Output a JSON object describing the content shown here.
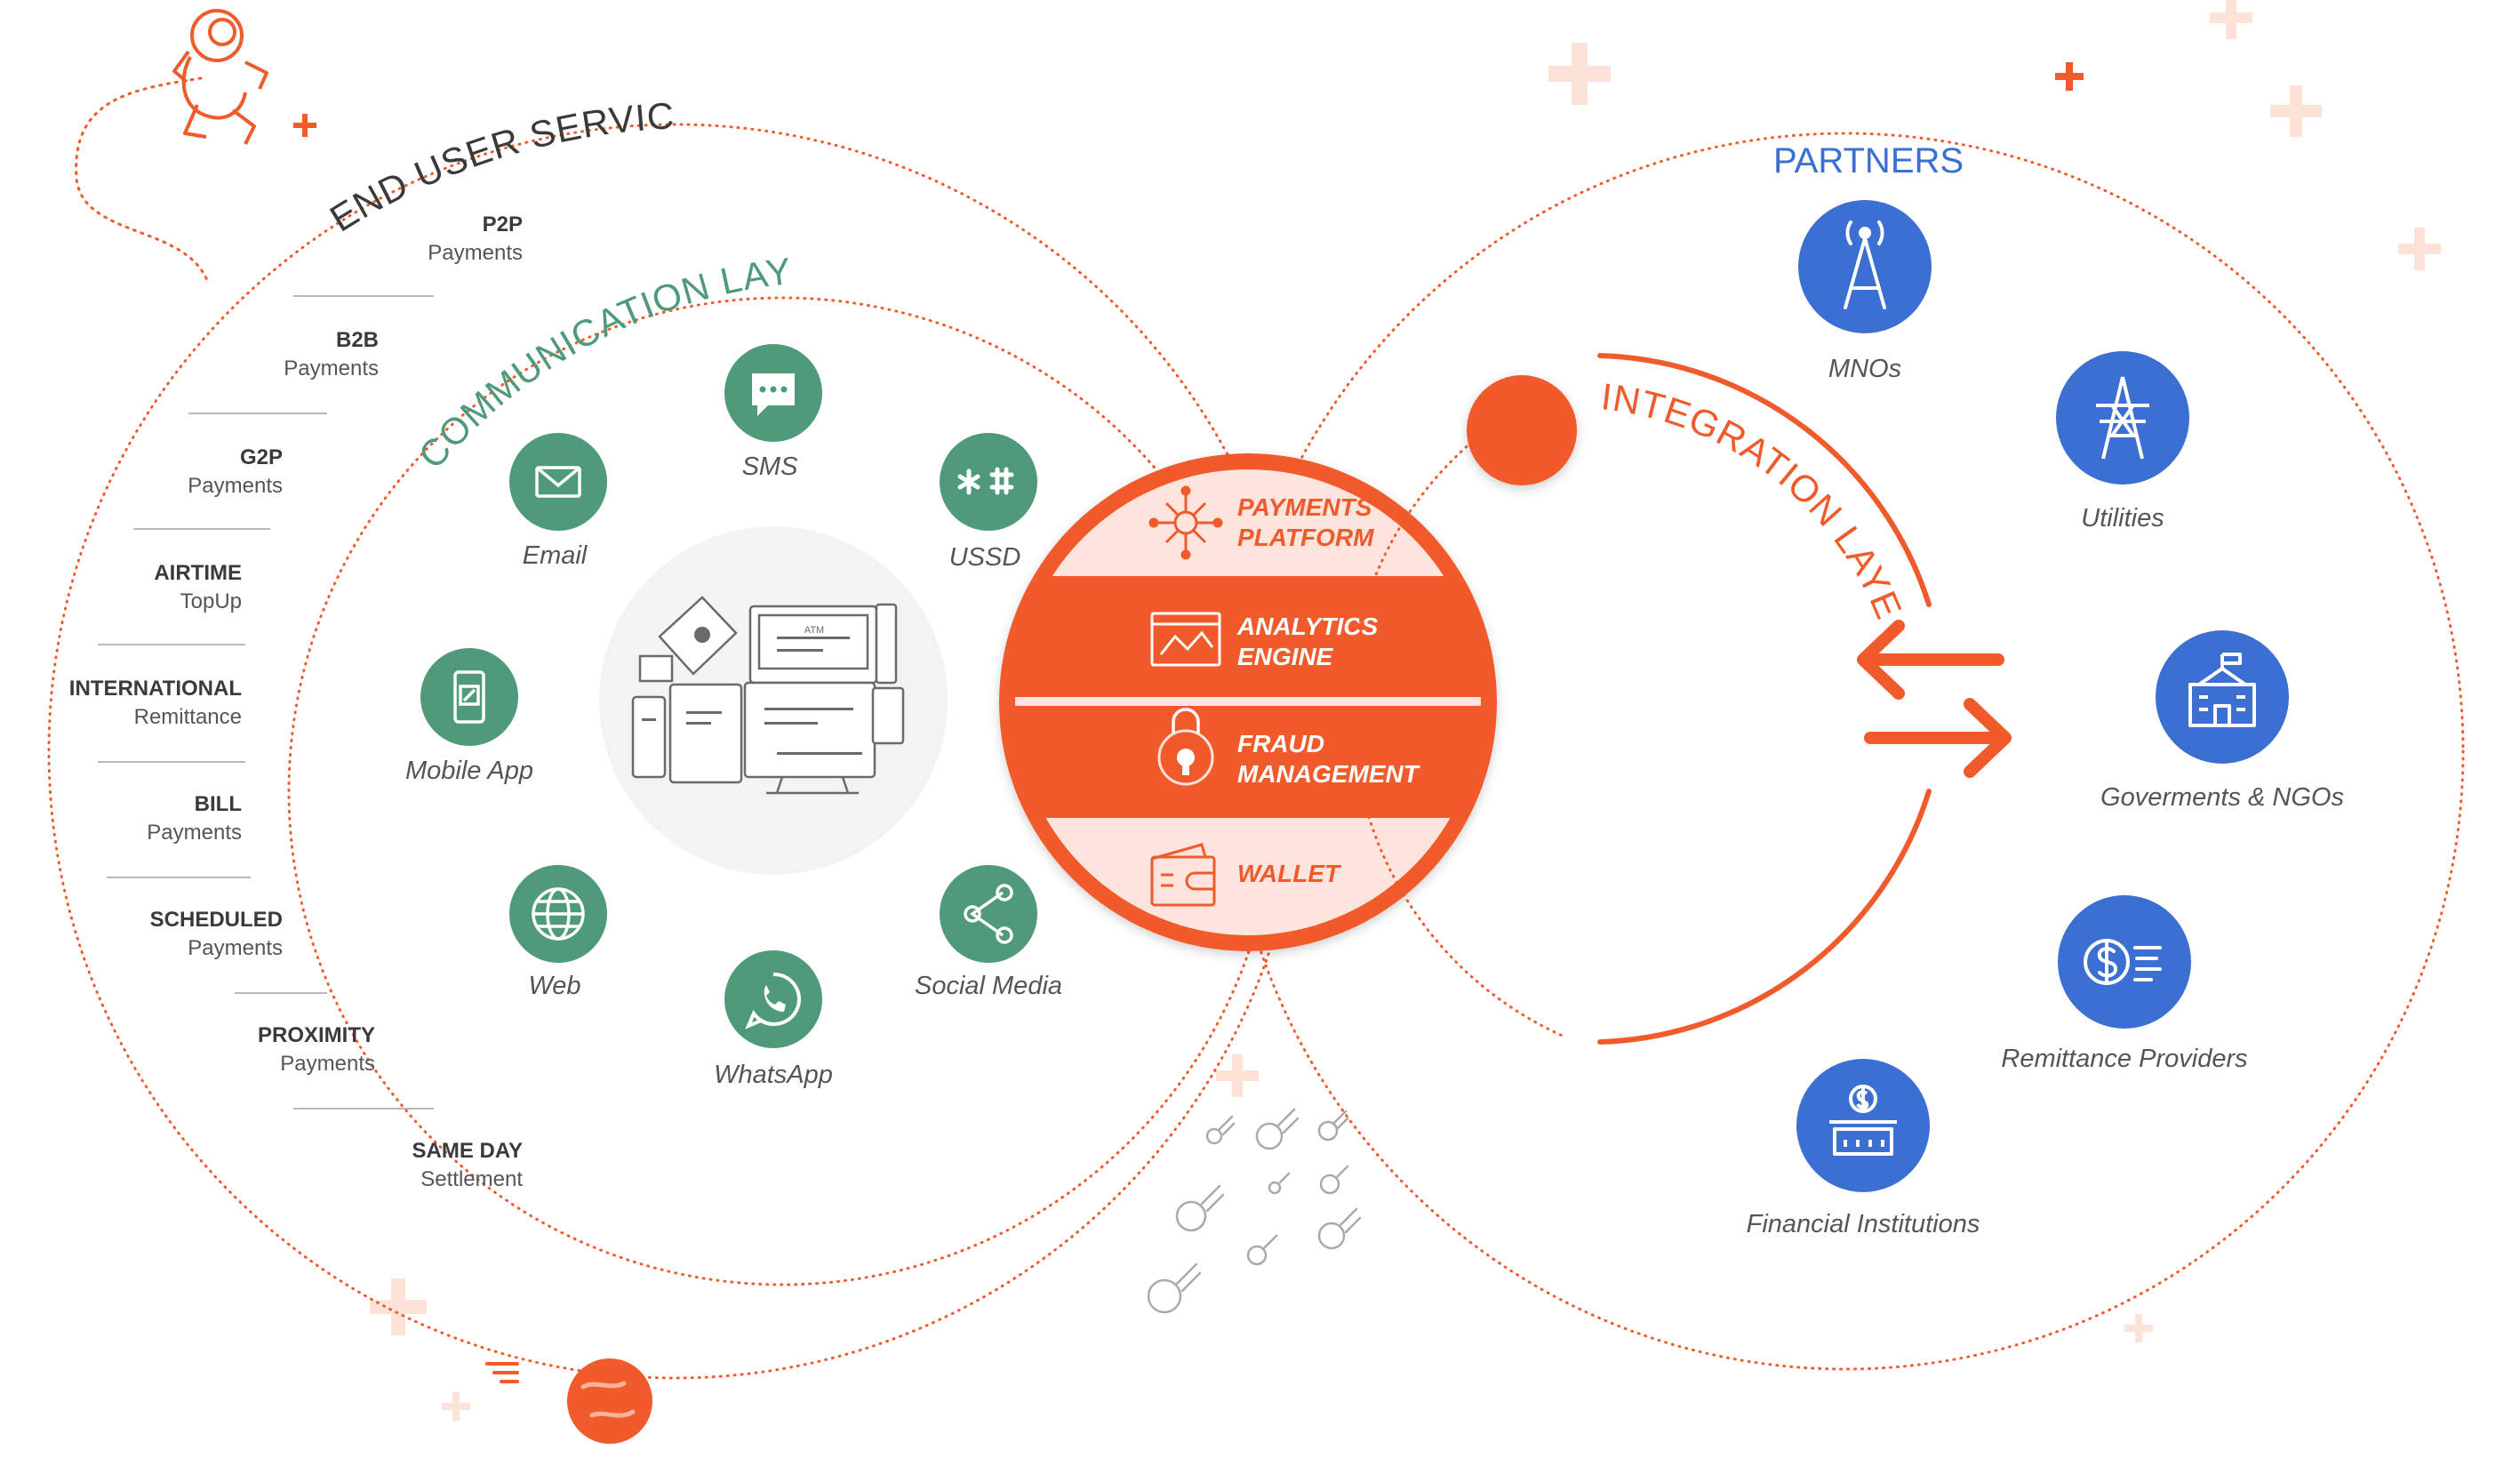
{
  "colors": {
    "orange": "#f15a2b",
    "green": "#4e9a7a",
    "blue": "#3b6fd1",
    "peach": "#fde4dc",
    "grey": "#555555"
  },
  "end_user_services": {
    "title": "END USER SERVICES",
    "items": [
      {
        "title": "P2P",
        "sub": "Payments"
      },
      {
        "title": "B2B",
        "sub": "Payments"
      },
      {
        "title": "G2P",
        "sub": "Payments"
      },
      {
        "title": "AIRTIME",
        "sub": "TopUp"
      },
      {
        "title": "INTERNATIONAL",
        "sub": "Remittance"
      },
      {
        "title": "BILL",
        "sub": "Payments"
      },
      {
        "title": "SCHEDULED",
        "sub": "Payments"
      },
      {
        "title": "PROXIMITY",
        "sub": "Payments"
      },
      {
        "title": "SAME DAY",
        "sub": "Settlement"
      }
    ]
  },
  "communication_layer": {
    "title": "COMMUNICATION LAYER",
    "channels": [
      {
        "label": "Email",
        "icon": "envelope-icon"
      },
      {
        "label": "SMS",
        "icon": "chat-bubble-icon"
      },
      {
        "label": "USSD",
        "icon": "ussd-code-icon"
      },
      {
        "label": "Mobile App",
        "icon": "smartphone-icon"
      },
      {
        "label": "Web",
        "icon": "globe-icon"
      },
      {
        "label": "WhatsApp",
        "icon": "whatsapp-icon"
      },
      {
        "label": "Social Media",
        "icon": "share-icon"
      }
    ]
  },
  "core": {
    "layers": [
      {
        "line1": "PAYMENTS",
        "line2": "PLATFORM",
        "icon": "network-hub-icon"
      },
      {
        "line1": "ANALYTICS",
        "line2": "ENGINE",
        "icon": "line-chart-icon"
      },
      {
        "line1": "FRAUD",
        "line2": "MANAGEMENT",
        "icon": "lock-icon"
      },
      {
        "line1": "WALLET",
        "line2": "",
        "icon": "wallet-icon"
      }
    ]
  },
  "integration_layer": {
    "title": "INTEGRATION LAYER"
  },
  "partners": {
    "title": "PARTNERS",
    "items": [
      {
        "label": "MNOs",
        "icon": "cell-tower-icon"
      },
      {
        "label": "Utilities",
        "icon": "power-pylon-icon"
      },
      {
        "label": "Goverments & NGOs",
        "icon": "government-building-icon"
      },
      {
        "label": "Remittance Providers",
        "icon": "money-transfer-icon"
      },
      {
        "label": "Financial Institutions",
        "icon": "bank-icon"
      }
    ]
  },
  "devices_illustration": {
    "atm_text": "ATM"
  }
}
